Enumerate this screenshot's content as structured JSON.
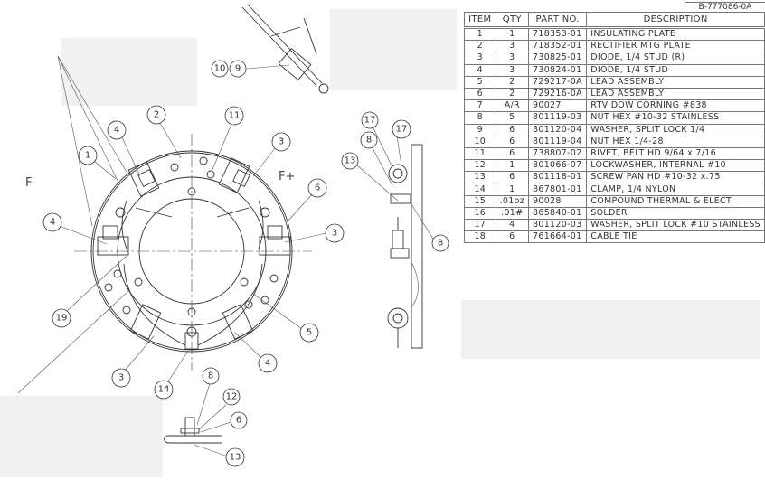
{
  "drawing_number": "B-777086-0A",
  "bom": {
    "headers": [
      "ITEM",
      "QTY",
      "PART NO.",
      "DESCRIPTION"
    ],
    "rows": [
      {
        "item": "1",
        "qty": "1",
        "part": "718353-01",
        "desc": "INSULATING PLATE"
      },
      {
        "item": "2",
        "qty": "3",
        "part": "718352-01",
        "desc": "RECTIFIER MTG PLATE"
      },
      {
        "item": "3",
        "qty": "3",
        "part": "730825-01",
        "desc": "DIODE, 1/4 STUD (R)"
      },
      {
        "item": "4",
        "qty": "3",
        "part": "730824-01",
        "desc": "DIODE, 1/4 STUD"
      },
      {
        "item": "5",
        "qty": "2",
        "part": "729217-0A",
        "desc": "LEAD ASSEMBLY"
      },
      {
        "item": "6",
        "qty": "2",
        "part": "729216-0A",
        "desc": "LEAD ASSEMBLY"
      },
      {
        "item": "7",
        "qty": "A/R",
        "part": "90027",
        "desc": "RTV DOW CORNING #838"
      },
      {
        "item": "8",
        "qty": "5",
        "part": "801119-03",
        "desc": "NUT HEX #10-32 STAINLESS"
      },
      {
        "item": "9",
        "qty": "6",
        "part": "801120-04",
        "desc": "WASHER, SPLIT LOCK 1/4"
      },
      {
        "item": "10",
        "qty": "6",
        "part": "801119-04",
        "desc": "NUT HEX 1/4-28"
      },
      {
        "item": "11",
        "qty": "6",
        "part": "738807-02",
        "desc": "RIVET, BELT HD 9/64 x 7/16"
      },
      {
        "item": "12",
        "qty": "1",
        "part": "801066-07",
        "desc": "LOCKWASHER, INTERNAL #10"
      },
      {
        "item": "13",
        "qty": "6",
        "part": "801118-01",
        "desc": "SCREW PAN HD #10-32 x.75"
      },
      {
        "item": "14",
        "qty": "1",
        "part": "867801-01",
        "desc": "CLAMP, 1/4 NYLON"
      },
      {
        "item": "15",
        "qty": ".01oz",
        "part": "90028",
        "desc": "COMPOUND THERMAL & ELECT."
      },
      {
        "item": "16",
        "qty": ".01#",
        "part": "865840-01",
        "desc": "SOLDER"
      },
      {
        "item": "17",
        "qty": "4",
        "part": "801120-03",
        "desc": "WASHER, SPLIT LOCK #10 STAINLESS"
      },
      {
        "item": "18",
        "qty": "6",
        "part": "761664-01",
        "desc": "CABLE TIE"
      }
    ]
  },
  "labels": {
    "f_minus": "F-",
    "f_plus": "F+"
  },
  "balloons": {
    "top_10": "10",
    "top_9": "9",
    "main_1": "1",
    "main_2": "2",
    "main_11": "11",
    "main_4a": "4",
    "main_3a": "3",
    "main_6": "6",
    "main_3b": "3",
    "main_4b": "4",
    "main_19": "19",
    "main_5": "5",
    "main_4c": "4",
    "main_3c": "3",
    "main_14": "14",
    "detail_8": "8",
    "detail_12": "12",
    "detail_6": "6",
    "detail_13": "13",
    "side_17a": "17",
    "side_8a": "8",
    "side_17b": "17",
    "side_13": "13",
    "side_8b": "8"
  }
}
